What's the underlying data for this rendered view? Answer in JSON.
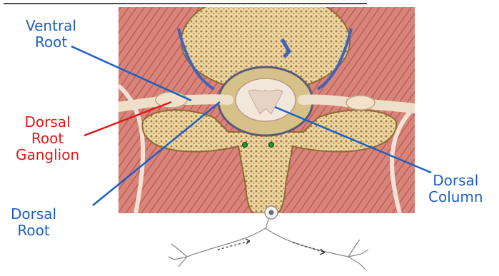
{
  "labels": {
    "ventral_root": [
      "Ventral",
      "Root"
    ],
    "dorsal_root_ganglion": [
      "Dorsal",
      "Root",
      "Ganglion"
    ],
    "dorsal_root": [
      "Dorsal",
      "Root"
    ],
    "dorsal_column": [
      "Dorsal",
      "Column"
    ]
  },
  "colors": {
    "label_blue": "#1c5fc4",
    "label_red": "#e01818",
    "muscle": "#d9827a",
    "bone": "#eed9a8",
    "cord": "#f3e7dc"
  }
}
